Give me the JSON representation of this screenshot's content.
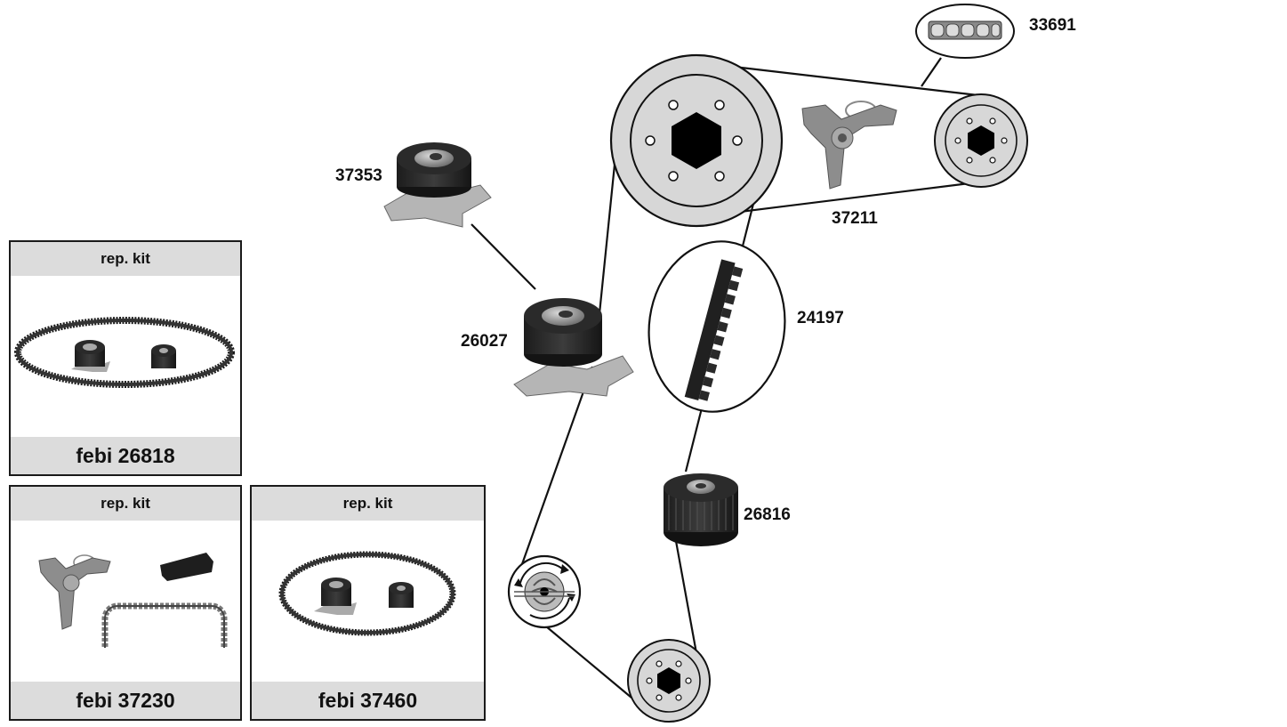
{
  "parts": {
    "p33691": "33691",
    "p37353": "37353",
    "p37211": "37211",
    "p26027": "26027",
    "p24197": "24197",
    "p26816": "26816"
  },
  "kits": [
    {
      "header": "rep. kit",
      "footer": "febi 26818"
    },
    {
      "header": "rep. kit",
      "footer": "febi 37230"
    },
    {
      "header": "rep. kit",
      "footer": "febi 37460"
    }
  ]
}
